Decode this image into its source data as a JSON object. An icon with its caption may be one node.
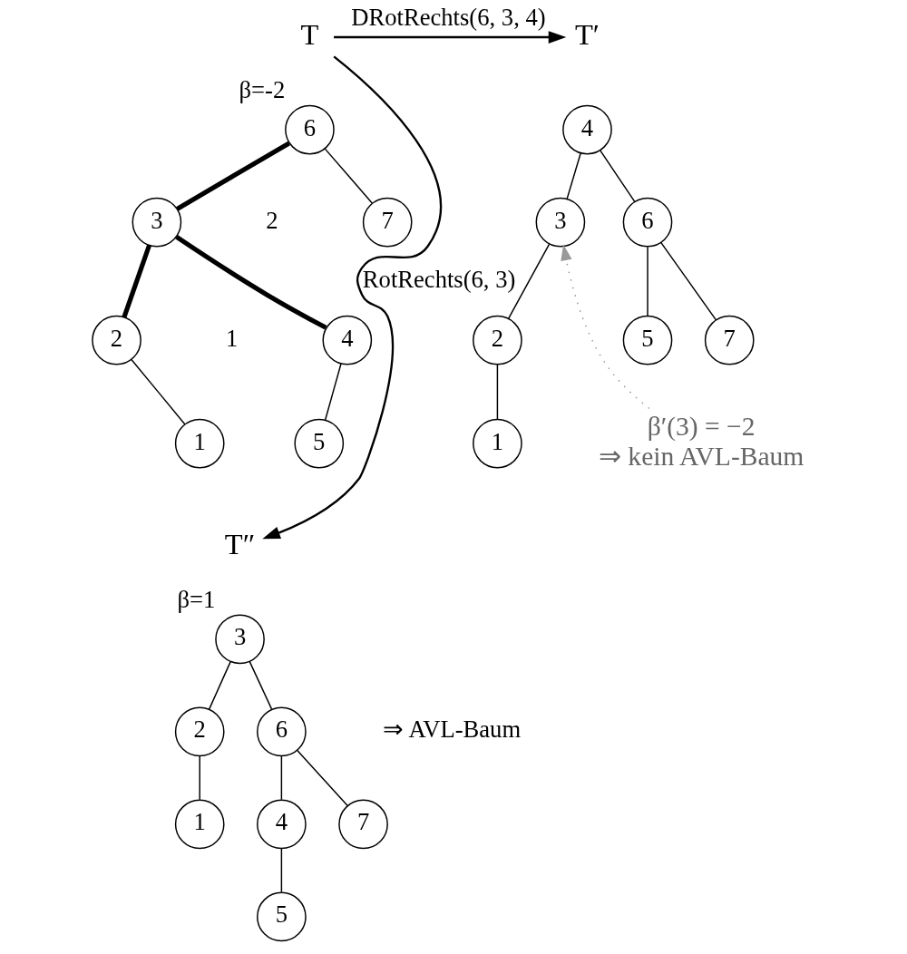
{
  "diagram": {
    "nodes": [
      {
        "text": [
          "T"
        ]
      },
      {
        "text": [
          "6"
        ],
        "beside": [
          "β=-2"
        ]
      },
      {
        "text": [
          "3"
        ]
      },
      {
        "text": [
          "7"
        ]
      },
      {
        "text": [
          "2"
        ]
      },
      {
        "text": [
          "4"
        ]
      },
      {
        "text": [
          "1"
        ]
      },
      {
        "text": [
          "5"
        ]
      },
      {
        "text": [
          "T′"
        ]
      },
      {
        "text": [
          "4"
        ]
      },
      {
        "text": [
          "3"
        ]
      },
      {
        "text": [
          "6"
        ]
      },
      {
        "text": [
          "2"
        ]
      },
      {
        "text": [
          "5"
        ]
      },
      {
        "text": [
          "7"
        ]
      },
      {
        "text": [
          "1"
        ]
      },
      {
        "text": [
          "β′(3) = −2",
          "⇒ kein AVL-Baum"
        ]
      },
      {
        "text": [
          "T″"
        ]
      },
      {
        "text": [
          "3"
        ],
        "beside": [
          "β=1"
        ]
      },
      {
        "text": [
          "2"
        ]
      },
      {
        "text": [
          "6"
        ]
      },
      {
        "text": [
          "1"
        ]
      },
      {
        "text": [
          "4"
        ]
      },
      {
        "text": [
          "7"
        ]
      },
      {
        "text": [
          "5"
        ]
      }
    ],
    "edges": [
      {
        "from": 1,
        "to": 2,
        "arrow": "none",
        "style": "thick"
      },
      {
        "from": 1,
        "to": 3,
        "arrow": "none"
      },
      {
        "from": 2,
        "to": 4,
        "arrow": "none",
        "style": "thick"
      },
      {
        "from": 2,
        "to": 5,
        "arrow": "none",
        "style": "thick"
      },
      {
        "from": 4,
        "to": 6,
        "arrow": "none"
      },
      {
        "from": 5,
        "to": 7,
        "arrow": "none"
      },
      {
        "from": 9,
        "to": 10,
        "arrow": "none"
      },
      {
        "from": 9,
        "to": 11,
        "arrow": "none"
      },
      {
        "from": 10,
        "to": 12,
        "arrow": "none"
      },
      {
        "from": 12,
        "to": 15,
        "arrow": "none"
      },
      {
        "from": 11,
        "to": 13,
        "arrow": "none"
      },
      {
        "from": 11,
        "to": 14,
        "arrow": "none"
      },
      {
        "from": 18,
        "to": 19,
        "arrow": "none"
      },
      {
        "from": 18,
        "to": 20,
        "arrow": "none"
      },
      {
        "from": 19,
        "to": 21,
        "arrow": "none"
      },
      {
        "from": 20,
        "to": 22,
        "arrow": "none"
      },
      {
        "from": 20,
        "to": 23,
        "arrow": "none"
      },
      {
        "from": 22,
        "to": 24,
        "arrow": "none"
      },
      {
        "from": 0,
        "to": 8,
        "arrow": "to",
        "label": "DRotRechts(6, 3, 4)"
      },
      {
        "from": 0,
        "to": 17,
        "arrow": "to",
        "label": "RotRechts(6, 3)"
      },
      {
        "from": 16,
        "to": 10,
        "arrow": "to",
        "style": "dashed",
        "color": "#999999"
      }
    ],
    "labels": [
      "2",
      "1",
      "⇒ AVL-Baum"
    ]
  }
}
